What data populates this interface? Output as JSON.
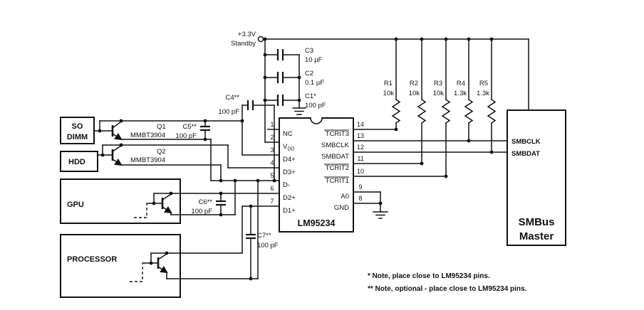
{
  "supply": {
    "line1": "+3.3V",
    "line2": "Standby"
  },
  "capacitors": {
    "c3": {
      "name": "C3",
      "value": "10 µF"
    },
    "c2": {
      "name": "C2",
      "value": "0.1 µF"
    },
    "c1": {
      "name": "C1*",
      "value": "100 pF"
    },
    "c4": {
      "name": "C4**",
      "value": "100 pF"
    },
    "c5": {
      "name": "C5**",
      "value": "100 pF"
    },
    "c6": {
      "name": "C6**",
      "value": "100 pF"
    },
    "c7": {
      "name": "C7**",
      "value": "100 pF"
    }
  },
  "resistors": {
    "r1": {
      "name": "R1",
      "value": "10k"
    },
    "r2": {
      "name": "R2",
      "value": "10k"
    },
    "r3": {
      "name": "R3",
      "value": "10k"
    },
    "r4": {
      "name": "R4",
      "value": "1.3k"
    },
    "r5": {
      "name": "R5",
      "value": "1.3k"
    }
  },
  "transistors": {
    "q1": {
      "name": "Q1",
      "part": "MMBT3904"
    },
    "q2": {
      "name": "Q2",
      "part": "MMBT3904"
    }
  },
  "blocks": {
    "so_dimm": {
      "line1": "SO",
      "line2": "DIMM"
    },
    "hdd": "HDD",
    "gpu": "GPU",
    "processor": "PROCESSOR"
  },
  "ic": {
    "name": "LM95234",
    "left_pins": [
      {
        "num": "1",
        "name": "NC"
      },
      {
        "num": "2",
        "main": "V",
        "sub": "DD"
      },
      {
        "num": "3",
        "name": "D4+"
      },
      {
        "num": "4",
        "name": "D3+"
      },
      {
        "num": "5",
        "name": "D-"
      },
      {
        "num": "6",
        "name": "D2+"
      },
      {
        "num": "7",
        "name": "D1+"
      }
    ],
    "right_pins": [
      {
        "num": "14",
        "name": "TCRIT3"
      },
      {
        "num": "13",
        "name": "SMBCLK"
      },
      {
        "num": "12",
        "name": "SMBDAT"
      },
      {
        "num": "11",
        "name": "TCRIT2"
      },
      {
        "num": "10",
        "name": "TCRIT1"
      },
      {
        "num": "9",
        "name": "A0"
      },
      {
        "num": "8",
        "name": "GND"
      }
    ]
  },
  "smbus": {
    "line1": "SMBus",
    "line2": "Master",
    "smbclk": "SMBCLK",
    "smbdat": "SMBDAT"
  },
  "notes": {
    "note1": "* Note, place close to LM95234 pins.",
    "note2": "** Note, optional - place close to LM95234 pins."
  }
}
